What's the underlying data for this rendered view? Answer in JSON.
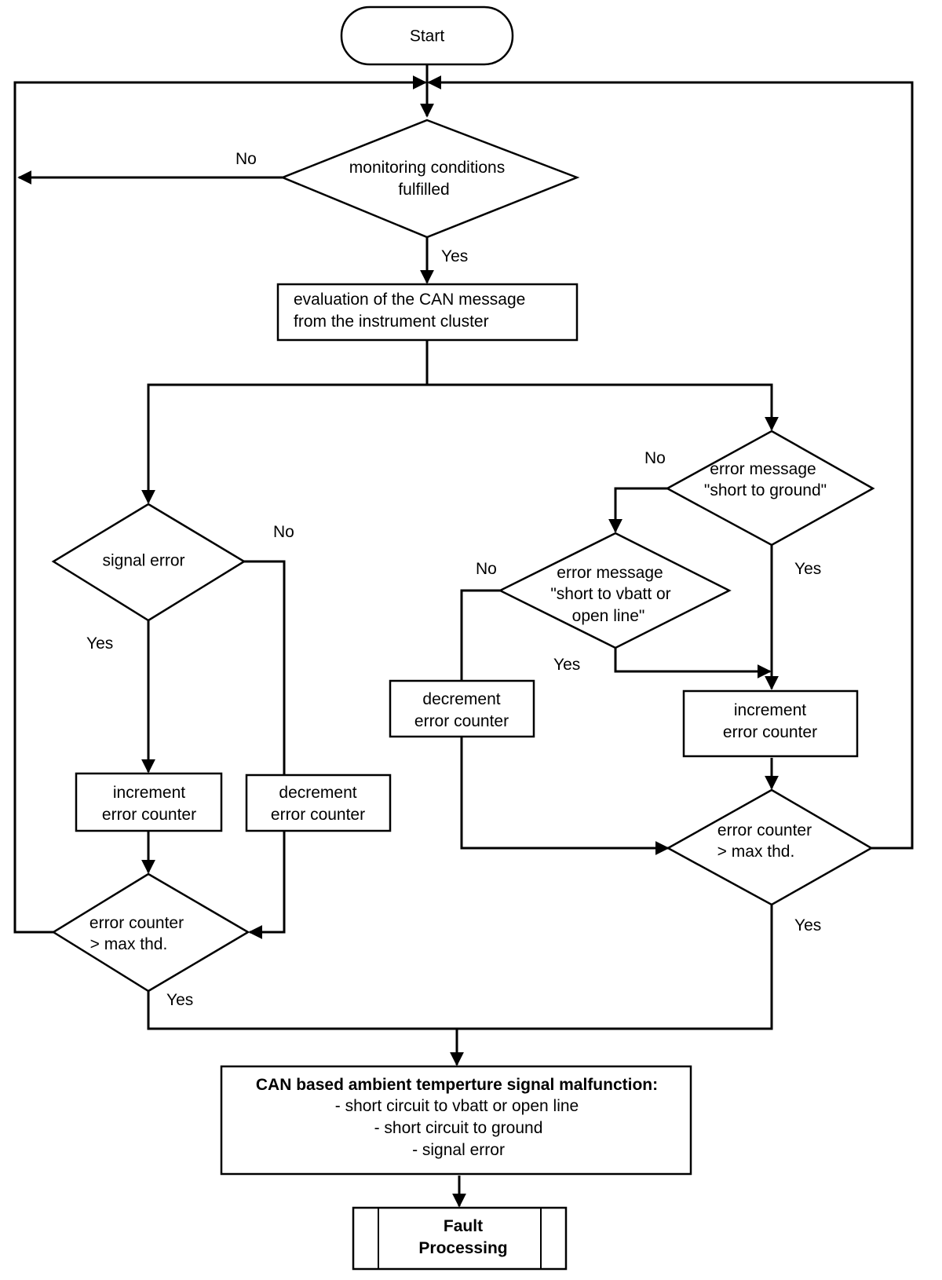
{
  "nodes": {
    "start": "Start",
    "monitoring": [
      "monitoring conditions",
      "fulfilled"
    ],
    "evaluation": [
      "evaluation of the CAN message",
      "from the instrument cluster"
    ],
    "signal_error": "signal error",
    "increment_left": [
      "increment",
      "error counter"
    ],
    "decrement_left": [
      "decrement",
      "error counter"
    ],
    "counter_left": [
      "error counter",
      "> max thd."
    ],
    "err_short_ground": [
      "error message",
      "\"short to ground\""
    ],
    "err_short_vbatt": [
      "error message",
      "\"short to vbatt or",
      "open line\""
    ],
    "decrement_right": [
      "decrement",
      "error counter"
    ],
    "increment_right": [
      "increment",
      "error counter"
    ],
    "counter_right": [
      "error counter",
      "> max thd."
    ],
    "malfunction": [
      "CAN based ambient temperture signal malfunction:",
      "- short circuit to vbatt or open line",
      "- short circuit to ground",
      "- signal error"
    ],
    "fault": [
      "Fault",
      "Processing"
    ]
  },
  "edge_labels": {
    "monitoring_no": "No",
    "monitoring_yes": "Yes",
    "signal_error_no": "No",
    "signal_error_yes": "Yes",
    "counter_left_yes": "Yes",
    "ground_no": "No",
    "ground_yes": "Yes",
    "vbatt_no": "No",
    "vbatt_yes": "Yes",
    "counter_right_yes": "Yes"
  }
}
